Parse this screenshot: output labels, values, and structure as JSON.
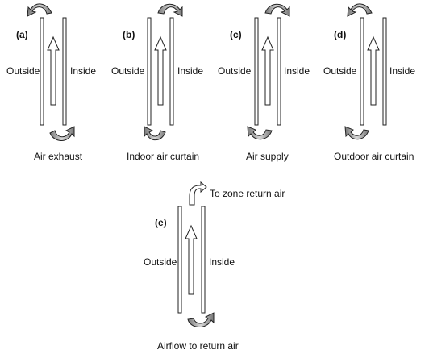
{
  "panels": [
    {
      "tag": "(a)",
      "outside": "Outside",
      "inside": "Inside",
      "caption": "Air exhaust"
    },
    {
      "tag": "(b)",
      "outside": "Outside",
      "inside": "Inside",
      "caption": "Indoor air curtain"
    },
    {
      "tag": "(c)",
      "outside": "Outside",
      "inside": "Inside",
      "caption": "Air supply"
    },
    {
      "tag": "(d)",
      "outside": "Outside",
      "inside": "Inside",
      "caption": "Outdoor air curtain"
    },
    {
      "tag": "(e)",
      "outside": "Outside",
      "inside": "Inside",
      "caption": "Airflow to return air",
      "note": "To zone return air"
    }
  ]
}
